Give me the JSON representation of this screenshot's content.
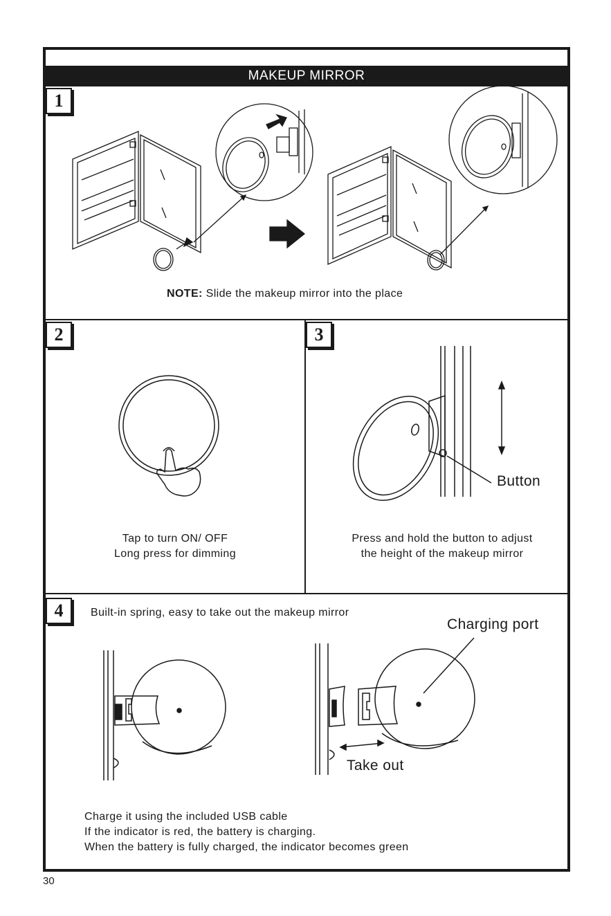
{
  "header": {
    "title": "MAKEUP MIRROR"
  },
  "steps": [
    {
      "number": "1",
      "note_label": "NOTE:",
      "note_text": "Slide the makeup mirror into the place"
    },
    {
      "number": "2",
      "line1": "Tap to turn ON/ OFF",
      "line2": "Long press for dimming"
    },
    {
      "number": "3",
      "line1": "Press and hold the button to adjust",
      "line2": "the height of the makeup mirror",
      "callout": "Button"
    },
    {
      "number": "4",
      "intro": "Built-in spring, easy to take out the makeup mirror",
      "callout_port": "Charging port",
      "callout_takeout": "Take out",
      "notes": [
        "Charge it using the included USB cable",
        "If the indicator is red, the battery is charging.",
        "When the battery is fully charged, the indicator becomes green"
      ]
    }
  ],
  "footer": {
    "page_number": "30"
  }
}
